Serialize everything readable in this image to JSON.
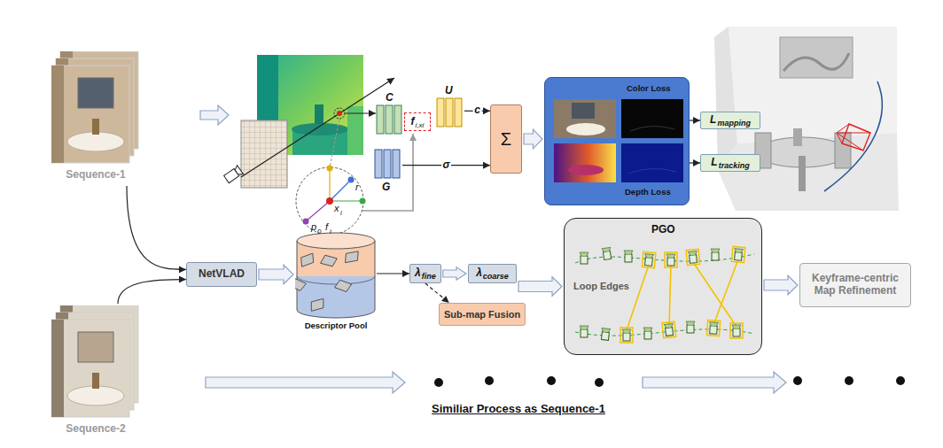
{
  "diagram": {
    "nodes": [
      {
        "text": [
          "Sequence-1"
        ]
      },
      {
        "text": [
          "C"
        ]
      },
      {
        "text": [
          "f",
          "i,xi"
        ]
      },
      {
        "text": [
          "U"
        ]
      },
      {
        "text": [
          "G"
        ]
      },
      {
        "text": [
          "Σ"
        ]
      },
      {
        "text": [
          "Color Loss",
          "Depth Loss"
        ]
      },
      {
        "text": [
          "L",
          "mapping"
        ]
      },
      {
        "text": [
          "L",
          "tracking"
        ]
      },
      {
        "text": [
          "NetVLAD"
        ]
      },
      {
        "text": [
          "Descriptor Pool"
        ]
      },
      {
        "text": [
          "λ",
          "fine"
        ]
      },
      {
        "text": [
          "λ",
          "coarse"
        ]
      },
      {
        "text": [
          "Sub-map Fusion"
        ]
      },
      {
        "text": [
          "PGO",
          "Loop Edges"
        ]
      },
      {
        "text": [
          "Keyframe-centric Map Refinement"
        ]
      },
      {
        "text": [
          "Sequence-2"
        ]
      }
    ],
    "edges": [
      {
        "from": 3,
        "to": 5,
        "label": "c",
        "arrow": "to"
      },
      {
        "from": 4,
        "to": 5,
        "label": "σ",
        "arrow": "to"
      },
      {
        "from": 5,
        "to": 6,
        "arrow": "to"
      },
      {
        "from": 6,
        "to": 7,
        "arrow": "to"
      },
      {
        "from": 6,
        "to": 8,
        "arrow": "to"
      },
      {
        "from": 0,
        "to": 9,
        "arrow": "to"
      },
      {
        "from": 16,
        "to": 9,
        "arrow": "to"
      },
      {
        "from": 9,
        "to": 10,
        "arrow": "to"
      },
      {
        "from": 10,
        "to": 11,
        "arrow": "to"
      },
      {
        "from": 11,
        "to": 12,
        "arrow": "to"
      },
      {
        "from": 11,
        "to": 13,
        "arrow": "to"
      },
      {
        "from": 12,
        "to": 14,
        "arrow": "to"
      },
      {
        "from": 14,
        "to": 15,
        "arrow": "to"
      }
    ],
    "labels": [
      "r",
      "x",
      "i",
      "p",
      "0",
      "f",
      "i",
      "Similiar Process as Sequence-1"
    ]
  }
}
